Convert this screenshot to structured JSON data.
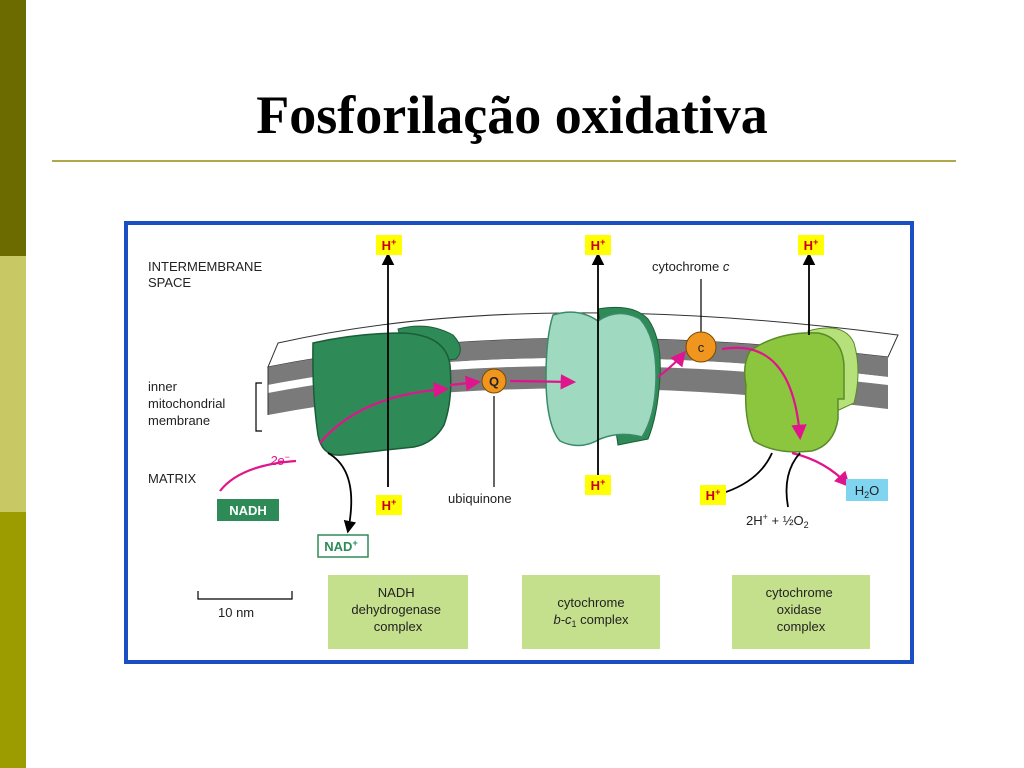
{
  "slide": {
    "title": "Fosforilação oxidativa"
  },
  "diagram": {
    "intermembrane_space": [
      "INTERMEMBRANE",
      "SPACE"
    ],
    "inner_membrane": [
      "inner",
      "mitochondrial",
      "membrane"
    ],
    "matrix": "MATRIX",
    "proton": "H",
    "proton_charge": "+",
    "electrons": "2e",
    "electrons_charge": "−",
    "nadh": "NADH",
    "nad_plus": "NAD",
    "nad_charge": "+",
    "ubiquinone": "ubiquinone",
    "q_label": "Q",
    "cytochrome_c": "cytochrome",
    "cytochrome_c_italic": "c",
    "c_label": "c",
    "water": {
      "h": "H",
      "sub": "2",
      "o": "O"
    },
    "oxygen_reaction": {
      "a": "2H",
      "sup": "+",
      "b": " + ½O",
      "sub": "2"
    },
    "scale_bar": "10 nm",
    "complex_1": [
      "NADH",
      "dehydrogenase",
      "complex"
    ],
    "complex_2": {
      "line1": "cytochrome",
      "b": "b",
      "dash": "-c",
      "sub": "1",
      "rest": " complex"
    },
    "complex_3": [
      "cytochrome",
      "oxidase",
      "complex"
    ],
    "colors": {
      "frame": "#1a4fc4",
      "complex1": "#2e8b57",
      "complex2": "#9ed9c0",
      "complex3": "#8cc63f",
      "electron_path": "#e0148c",
      "proton_box": "#ffff00",
      "label_box": "#c5e08c",
      "water_box": "#7fd4f0",
      "carrier": "#f0961e"
    }
  }
}
